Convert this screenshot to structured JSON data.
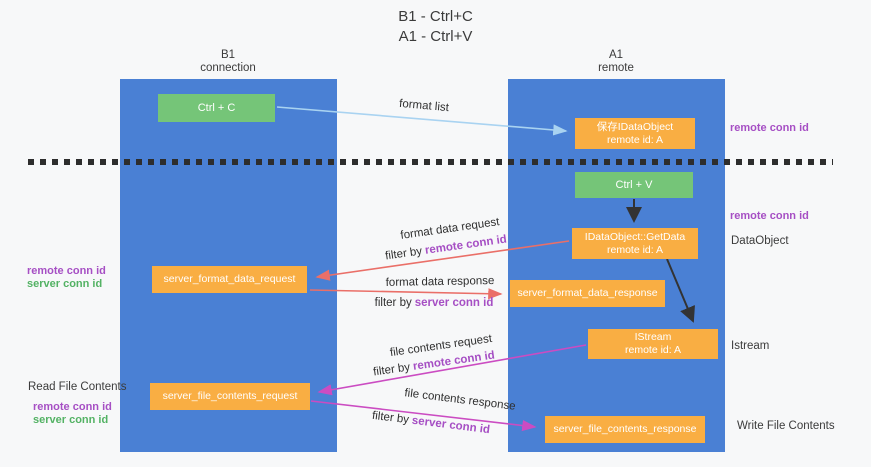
{
  "title": {
    "line1": "B1 - Ctrl+C",
    "line2": "A1 - Ctrl+V"
  },
  "lanes": {
    "left": {
      "title": "B1",
      "subtitle": "connection"
    },
    "right": {
      "title": "A1",
      "subtitle": "remote"
    }
  },
  "nodes": {
    "ctrl_c": {
      "label": "Ctrl + C"
    },
    "save_idataobject": {
      "line1": "保存IDataObject",
      "line2": "remote id: A"
    },
    "ctrl_v": {
      "label": "Ctrl + V"
    },
    "idataobject_getdata": {
      "line1": "IDataObject::GetData",
      "line2": "remote id: A"
    },
    "server_format_data_request": {
      "label": "server_format_data_request"
    },
    "server_format_data_response": {
      "label": "server_format_data_response"
    },
    "istream": {
      "line1": "IStream",
      "line2": "remote id: A"
    },
    "server_file_contents_request": {
      "label": "server_file_contents_request"
    },
    "server_file_contents_response": {
      "label": "server_file_contents_response"
    }
  },
  "arrows": {
    "format_list": {
      "label": "format list"
    },
    "format_data_request": {
      "label": "format data request",
      "filter_prefix": "filter by",
      "filter_key": "remote conn id"
    },
    "format_data_response": {
      "label": "format data response",
      "filter_prefix": "filter by",
      "filter_key": "server conn id"
    },
    "file_contents_request": {
      "label": "file contents request",
      "filter_prefix": "filter by",
      "filter_key": "remote conn id"
    },
    "file_contents_response": {
      "label": "file contents response",
      "filter_prefix": "filter by",
      "filter_key": "server conn id"
    }
  },
  "side_labels": {
    "right_remote_conn_id_top": "remote conn id",
    "right_remote_conn_id_mid": "remote conn id",
    "dataobject": "DataObject",
    "istream": "Istream",
    "write_file_contents": "Write File Contents",
    "left_remote_conn_id_top": "remote conn id",
    "left_server_conn_id_top": "server conn id",
    "read_file_contents": "Read File Contents",
    "left_remote_conn_id_bottom": "remote conn id",
    "left_server_conn_id_bottom": "server conn id"
  },
  "colors": {
    "lane_blue": "#4a80d4",
    "box_green": "#75c578",
    "box_orange": "#f9ae43",
    "arrow_lightblue": "#a9d3f1",
    "arrow_red": "#ea6f68",
    "arrow_magenta": "#cb4cc2",
    "arrow_black": "#333333",
    "text_purple": "#a64fc4",
    "text_green": "#53b264"
  }
}
